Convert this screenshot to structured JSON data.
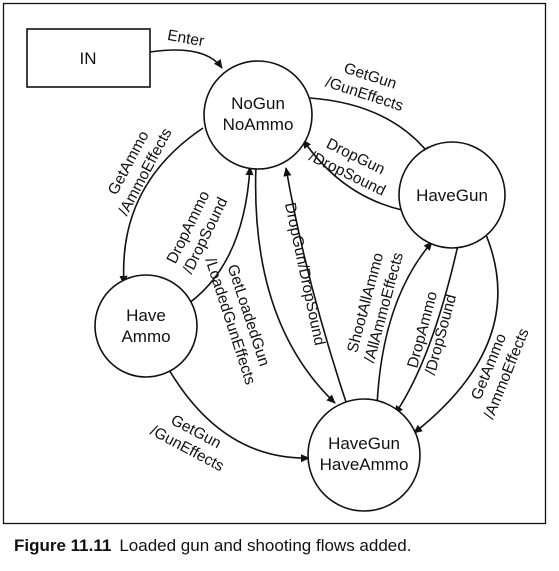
{
  "diagram": {
    "start_box": "IN",
    "states": {
      "nogun_noammo": [
        "NoGun",
        "NoAmmo"
      ],
      "havegun": [
        "HaveGun"
      ],
      "haveammo": [
        "Have",
        "Ammo"
      ],
      "havegun_haveammo": [
        "HaveGun",
        "HaveAmmo"
      ]
    },
    "transitions": {
      "enter": [
        "Enter"
      ],
      "getgun_top": [
        "GetGun",
        "/GunEffects"
      ],
      "dropgun_top": [
        "DropGun",
        "/DropSound"
      ],
      "getammo_left": [
        "GetAmmo",
        "/AmmoEffects"
      ],
      "dropammo_left": [
        "DropAmmo",
        "/DropSound"
      ],
      "getloadedgun": [
        "GetLoadedGun",
        "/LoadedGunEffects"
      ],
      "dropgun_mid": [
        "DropGun/DropSound"
      ],
      "shootallammo": [
        "ShootAllAmmo",
        "/AllAmmoEffects"
      ],
      "dropammo_right": [
        "DropAmmo",
        "/DropSound"
      ],
      "getammo_right": [
        "GetAmmo",
        "/AmmoEffects"
      ],
      "getgun_bottom": [
        "GetGun",
        "/GunEffects"
      ]
    }
  },
  "caption": {
    "figure_number": "Figure 11.11",
    "text": "Loaded gun and shooting flows added."
  }
}
